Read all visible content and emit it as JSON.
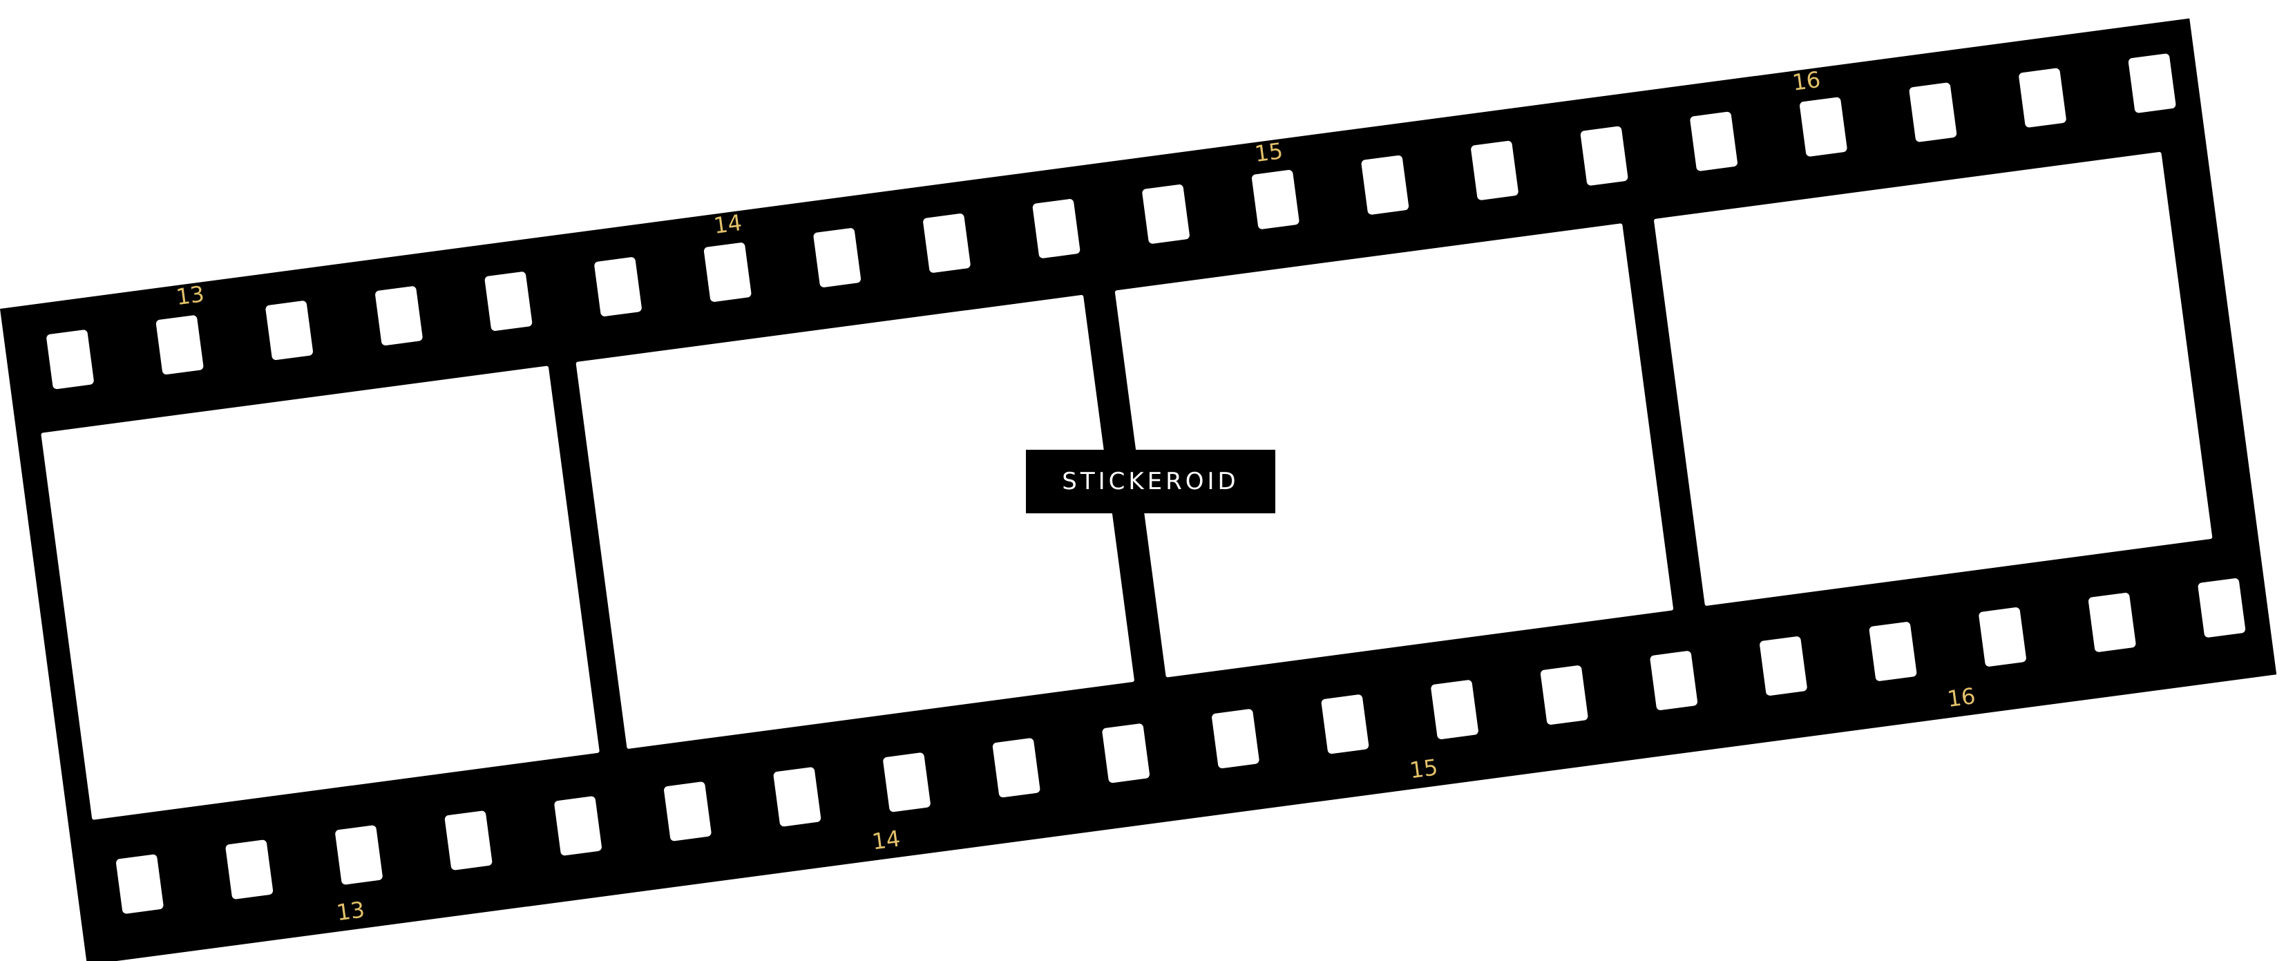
{
  "film_strip": {
    "frame_numbers_top": [
      "13",
      "14",
      "15",
      "16"
    ],
    "frame_numbers_bottom": [
      "13",
      "14",
      "15",
      "16"
    ],
    "number_color": "#e2c16a",
    "film_color": "#000000",
    "window_color": "#ffffff"
  },
  "watermark": {
    "text": "STICKEROID"
  }
}
